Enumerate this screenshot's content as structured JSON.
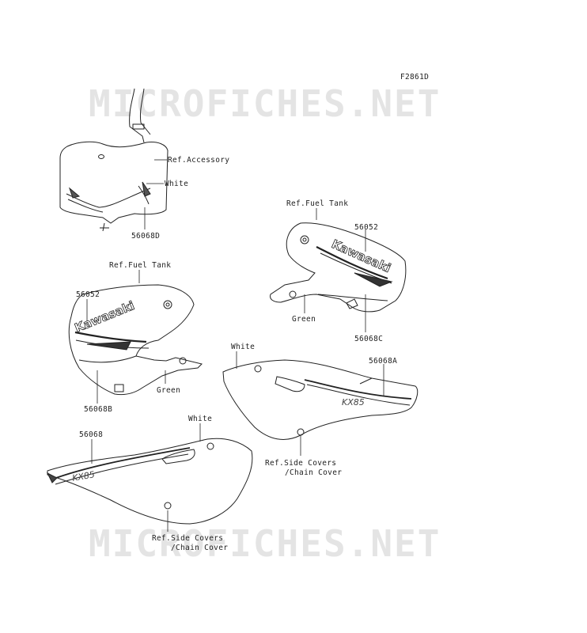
{
  "diagram_id": "F2861D",
  "watermark": "MICROFICHES.NET",
  "labels": {
    "ref_accessory": "Ref.Accessory",
    "white_top": "White",
    "p_56068d": "56068D",
    "ref_fuel_tank_right": "Ref.Fuel Tank",
    "p_56052_right": "56052",
    "green_right": "Green",
    "p_56068c": "56068C",
    "ref_fuel_tank_left": "Ref.Fuel Tank",
    "p_56052_left": "56052",
    "green_left": "Green",
    "p_56068b": "56068B",
    "white_right_cover": "White",
    "p_56068a": "56068A",
    "ref_side_covers_right_1": "Ref.Side Covers",
    "ref_side_covers_right_2": "/Chain Cover",
    "white_left_cover": "White",
    "p_56068": "56068",
    "ref_side_covers_left_1": "Ref.Side Covers",
    "ref_side_covers_left_2": "/Chain Cover"
  },
  "decal_text": {
    "brand": "Kawasaki",
    "model": "KX85"
  },
  "colors": {
    "line": "#222222",
    "watermark": "#e2e2e2"
  }
}
